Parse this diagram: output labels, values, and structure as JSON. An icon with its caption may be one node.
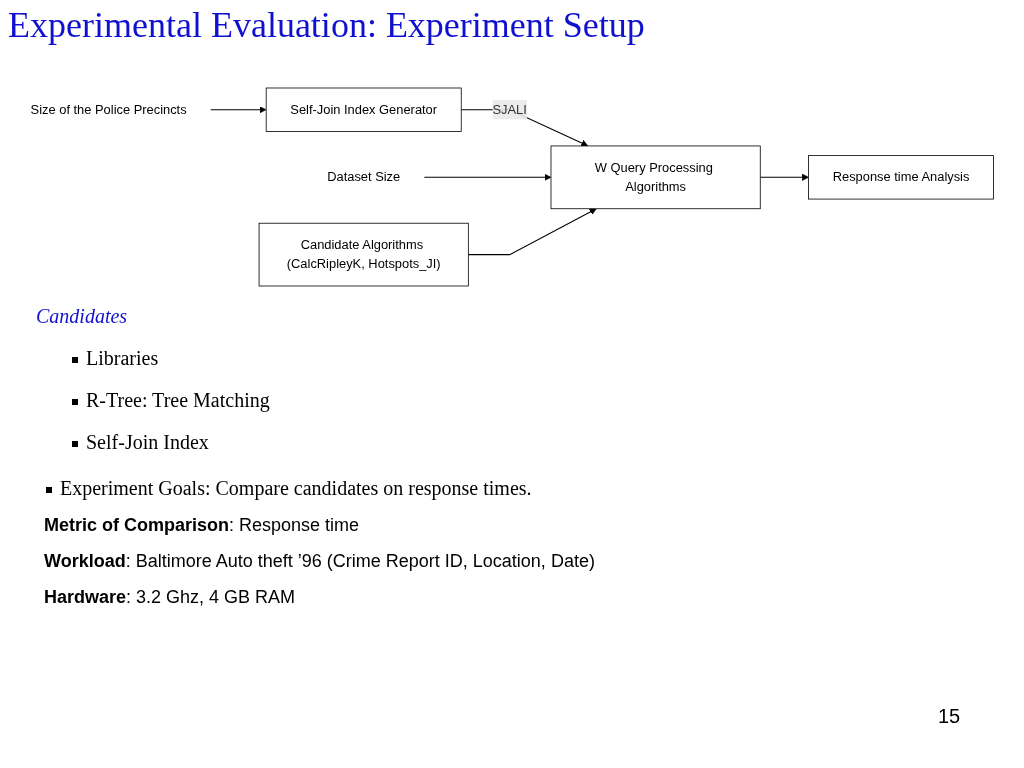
{
  "diagram": {
    "title": "Experimental Evaluation: Experiment Setup",
    "nodes": [
      {
        "text": [
          "Size of the Police Precincts"
        ]
      },
      {
        "text": [
          "Self-Join Index Generator"
        ]
      },
      {
        "text": [
          "Dataset Size"
        ]
      },
      {
        "text": [
          "W Query Processing Algorithms"
        ]
      },
      {
        "text": [
          "Response time Analysis"
        ]
      },
      {
        "text": [
          "Candidate Algorithms (CalcRipleyK, Hotspots_JI)"
        ]
      }
    ],
    "edges": [
      {
        "from": 0,
        "to": 1,
        "arrow": "to"
      },
      {
        "from": 1,
        "to": 3,
        "arrow": "to",
        "label": "SJALI"
      },
      {
        "from": 2,
        "to": 3,
        "arrow": "to"
      },
      {
        "from": 3,
        "to": 4,
        "arrow": "to"
      },
      {
        "from": 5,
        "to": 3,
        "arrow": "to"
      }
    ],
    "labels": [
      "Candidates",
      "Libraries",
      "R-Tree: Tree Matching",
      "Self-Join Index",
      "Experiment Goals: Compare candidates on response times.",
      "**Metric of Comparison**: Response time",
      "**Workload**: Baltimore Auto theft ’96 (Crime Report ID, Location, Date)",
      "**Hardware**: 3.2 Ghz, 4 GB RAM",
      "15"
    ]
  }
}
